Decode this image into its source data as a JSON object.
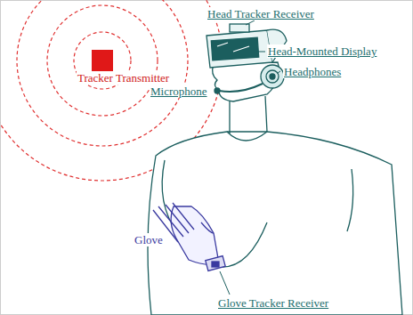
{
  "diagram": {
    "labels": [
      "Tracker Transmitter",
      "Head Tracker Receiver",
      "Head-Mounted Display",
      "Headphones",
      "Microphone",
      "Glove",
      "Glove Tracker Receiver"
    ]
  }
}
